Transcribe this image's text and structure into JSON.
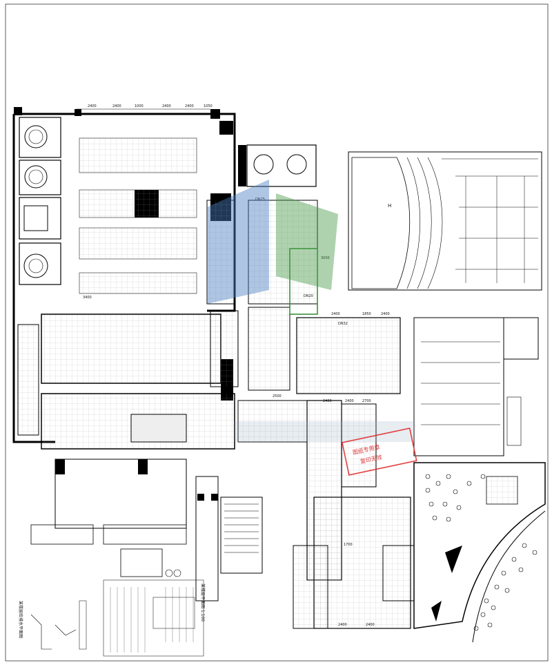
{
  "dimensions": {
    "top_left": [
      "2400",
      "2400",
      "1000",
      "2400",
      "2400",
      "1050"
    ],
    "right_top": [
      "2400",
      "1850",
      "2400"
    ],
    "mid_right": [
      "2400",
      "2400",
      "2700"
    ],
    "bottom": [
      "2400",
      "2400"
    ],
    "misc": [
      "DN25",
      "DN32",
      "DN20",
      "3000",
      "3400",
      "2500",
      "1700"
    ]
  },
  "labels": {
    "drawing_title": "某楼层平面图 1:100",
    "side_title": "某楼层给排水平面图",
    "hall_mark": "H"
  },
  "stamp": {
    "line1": "图纸专用章",
    "line2": "复印无效"
  },
  "colors": {
    "ink": "#111111",
    "stamp": "#e03030",
    "watermark_blue": "#4a7fc0",
    "watermark_green": "#4a9a4a"
  }
}
